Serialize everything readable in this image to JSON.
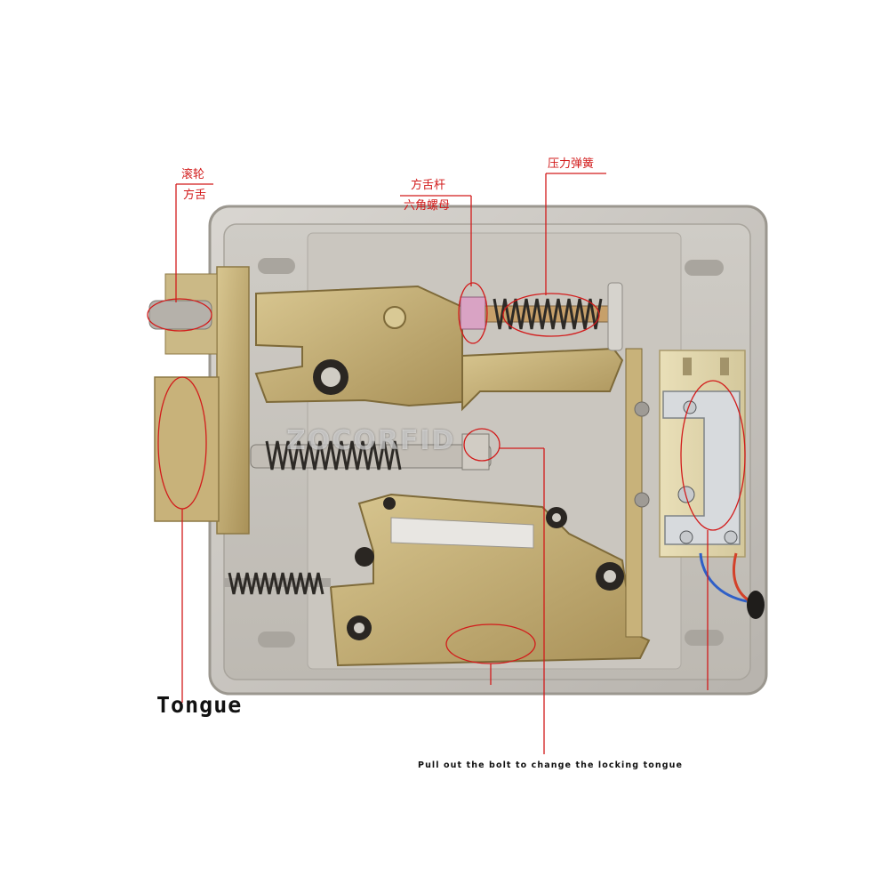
{
  "labels": {
    "roller": "滚轮",
    "square_tongue": "方舌",
    "square_rod": "方舌杆",
    "hex_nut": "六角螺母",
    "pressure_spring": "压力弹簧"
  },
  "tongue_label": "Tongue",
  "caption": "Pull out the bolt to change the locking tongue",
  "watermark": "ZOCORFID",
  "colors": {
    "annotation_red": "#d21b1b",
    "lock_body_steel": "#c9c6c0",
    "brass_parts": "#c8b27a",
    "spring_dark": "#2d2a26"
  },
  "icons": [
    "screw-icon",
    "spring-icon",
    "wire-icon"
  ]
}
